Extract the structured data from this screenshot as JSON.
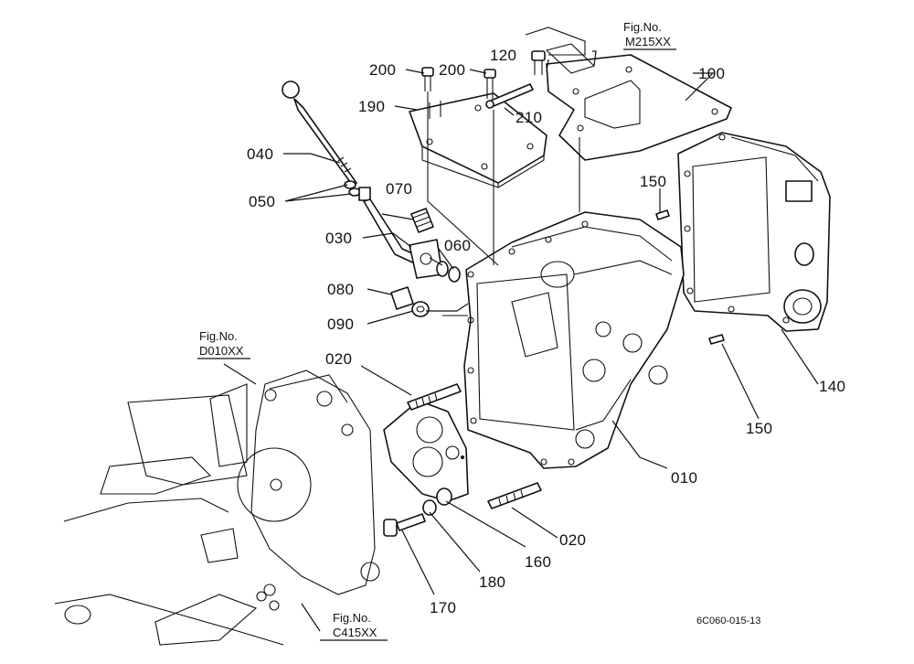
{
  "parts": {
    "p100": "100",
    "p120": "120",
    "p200a": "200",
    "p200b": "200",
    "p190": "190",
    "p210": "210",
    "p040": "040",
    "p050": "050",
    "p070": "070",
    "p030": "030",
    "p060": "060",
    "p150a": "150",
    "p080": "080",
    "p090": "090",
    "p020a": "020",
    "p140": "140",
    "p150b": "150",
    "p010": "010",
    "p020b": "020",
    "p160": "160",
    "p180": "180",
    "p170": "170"
  },
  "figure_refs": {
    "m215_title": "Fig.No.",
    "m215_code": "M215XX",
    "d010_title": "Fig.No.",
    "d010_code": "D010XX",
    "c415_title": "Fig.No.",
    "c415_code": "C415XX"
  },
  "drawing_code": "6C060-015-13",
  "line_color": "#111111",
  "background": "#ffffff"
}
